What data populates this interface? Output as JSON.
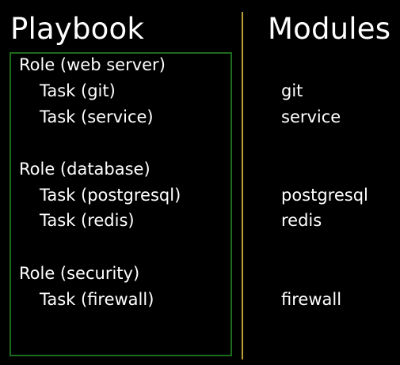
{
  "headings": {
    "playbook": "Playbook",
    "modules": "Modules"
  },
  "colors": {
    "background": "#000000",
    "text": "#ffffff",
    "box_border": "#1d6b1d",
    "divider": "#b8a03a"
  },
  "roles": [
    {
      "label": "Role (web server)",
      "tasks": [
        "Task (git)",
        "Task (service)"
      ]
    },
    {
      "label": "Role (database)",
      "tasks": [
        "Task (postgresql)",
        "Task (redis)"
      ]
    },
    {
      "label": "Role (security)",
      "tasks": [
        "Task (firewall)"
      ]
    }
  ],
  "modules": [
    "git",
    "service",
    "postgresql",
    "redis",
    "firewall"
  ]
}
